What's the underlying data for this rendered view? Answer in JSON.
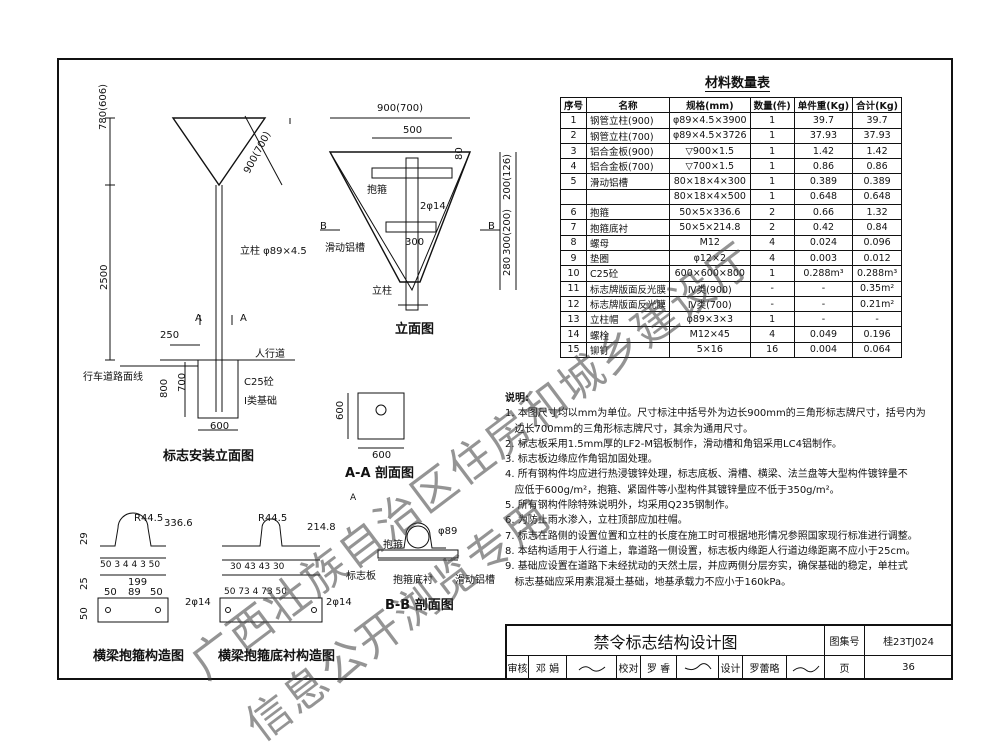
{
  "drawing": {
    "title": "禁令标志结构设计图",
    "atlas_label": "图集号",
    "atlas_no": "桂23TJ024",
    "page_label": "页",
    "page_no": "36",
    "review_label": "审核",
    "review_name": "邓 娟",
    "check_label": "校对",
    "check_name": "罗 睿",
    "design_label": "设计",
    "design_name": "罗蕾略"
  },
  "views": {
    "install_title": "标志安装立面图",
    "elevation_title": "立面图",
    "aa_title": "A-A 剖面图",
    "bb_title": "B-B 剖面图",
    "hoop_title": "横梁抱箍构造图",
    "hoop_base_title": "横梁抱箍底衬构造图"
  },
  "labels": {
    "dim_780": "780(606)",
    "dim_2500": "2500",
    "dim_900_700": "900(700)",
    "post": "立柱 φ89×4.5",
    "a1": "A",
    "a2": "A",
    "dim_250": "250",
    "sidewalk": "人行道",
    "road_edge": "行车道路面线",
    "c25": "C25砼",
    "found": "Ⅰ类基础",
    "dim_800": "800",
    "dim_700": "700",
    "dim_600": "600",
    "e_900_700": "900(700)",
    "e_500": "500",
    "e_80": "80",
    "e_hoop": "抱箍",
    "e_2phi14": "2φ14",
    "e_b1": "B",
    "e_b2": "B",
    "e_slide": "滑动铝槽",
    "e_300": "300",
    "e_post": "立柱",
    "e_right_dims": "200(126)",
    "e_300_200": "300(200)",
    "e_280": "280",
    "aa_600": "600",
    "aa_600b": "600",
    "hoop_r": "R44.5",
    "hoop_3366": "336.6",
    "hoop_29": "29",
    "hoop_dims1": "50 3 4 4 3 50",
    "hoop_199": "199",
    "hoop_25": "25",
    "hoop_50a": "50",
    "hoop_89": "89",
    "hoop_50b": "50",
    "hoop_2phi14": "2φ14",
    "hoop_50c": "50",
    "base_r": "R44.5",
    "base_2148": "214.8",
    "base_dims1": "30 43 43 30",
    "base_dims2": "50 73 4 73 50",
    "base_2phi14": "2φ14",
    "bb_phi89": "φ89",
    "bb_hoop": "抱箍",
    "bb_panel": "标志板",
    "bb_base": "抱箍底衬",
    "bb_slide": "滑动铝槽"
  },
  "materials": {
    "title": "材料数量表",
    "headers": [
      "序号",
      "名称",
      "规格(mm)",
      "数量(件)",
      "单件重(Kg)",
      "合计(Kg)"
    ],
    "rows": [
      [
        "1",
        "钢管立柱(900)",
        "φ89×4.5×3900",
        "1",
        "39.7",
        "39.7"
      ],
      [
        "2",
        "钢管立柱(700)",
        "φ89×4.5×3726",
        "1",
        "37.93",
        "37.93"
      ],
      [
        "3",
        "铝合金板(900)",
        "▽900×1.5",
        "1",
        "1.42",
        "1.42"
      ],
      [
        "4",
        "铝合金板(700)",
        "▽700×1.5",
        "1",
        "0.86",
        "0.86"
      ],
      [
        "5",
        "滑动铝槽",
        "80×18×4×300",
        "1",
        "0.389",
        "0.389"
      ],
      [
        "",
        "",
        "80×18×4×500",
        "1",
        "0.648",
        "0.648"
      ],
      [
        "6",
        "抱箍",
        "50×5×336.6",
        "2",
        "0.66",
        "1.32"
      ],
      [
        "7",
        "抱箍底衬",
        "50×5×214.8",
        "2",
        "0.42",
        "0.84"
      ],
      [
        "8",
        "螺母",
        "M12",
        "4",
        "0.024",
        "0.096"
      ],
      [
        "9",
        "垫圈",
        "φ12×2",
        "4",
        "0.003",
        "0.012"
      ],
      [
        "10",
        "C25砼",
        "600×600×800",
        "1",
        "0.288m³",
        "0.288m³"
      ],
      [
        "11",
        "标志牌版面反光膜",
        "Ⅳ类(900)",
        "-",
        "-",
        "0.35m²"
      ],
      [
        "12",
        "标志牌版面反光膜",
        "Ⅳ类(700)",
        "-",
        "-",
        "0.21m²"
      ],
      [
        "13",
        "立柱帽",
        "φ89×3×3",
        "1",
        "-",
        "-"
      ],
      [
        "14",
        "螺栓",
        "M12×45",
        "4",
        "0.049",
        "0.196"
      ],
      [
        "15",
        "铆钉",
        "5×16",
        "16",
        "0.004",
        "0.064"
      ]
    ]
  },
  "notes": {
    "heading": "说明:",
    "items": [
      "1. 本图尺寸均以mm为单位。尺寸标注中括号外为边长900mm的三角形标志牌尺寸，括号内为",
      "   边长700mm的三角形标志牌尺寸，其余为通用尺寸。",
      "2. 标志板采用1.5mm厚的LF2-M铝板制作，滑动槽和角铝采用LC4铝制作。",
      "3. 标志板边缘应作角铝加固处理。",
      "4. 所有钢构件均应进行热浸镀锌处理，标志底板、滑槽、横梁、法兰盘等大型构件镀锌量不",
      "   应低于600g/m²，抱箍、紧固件等小型构件其镀锌量应不低于350g/m²。",
      "5. 所有钢构件除特殊说明外，均采用Q235钢制作。",
      "6. 为防止雨水渗入，立柱顶部应加柱帽。",
      "7. 标志在路侧的设置位置和立柱的长度在施工时可根据地形情况参照国家现行标准进行调整。",
      "8. 本结构适用于人行道上，靠道路一侧设置，标志板内缘距人行道边缘距离不应小于25cm。",
      "9. 基础应设置在道路下未经扰动的天然土层，并应两侧分层夯实，确保基础的稳定，单柱式",
      "   标志基础应采用素混凝土基础，地基承载力不应小于160kPa。"
    ]
  },
  "watermark": {
    "line1": "广西壮族自治区住房和城乡建设厅",
    "line2": "信息公开浏览专用"
  }
}
